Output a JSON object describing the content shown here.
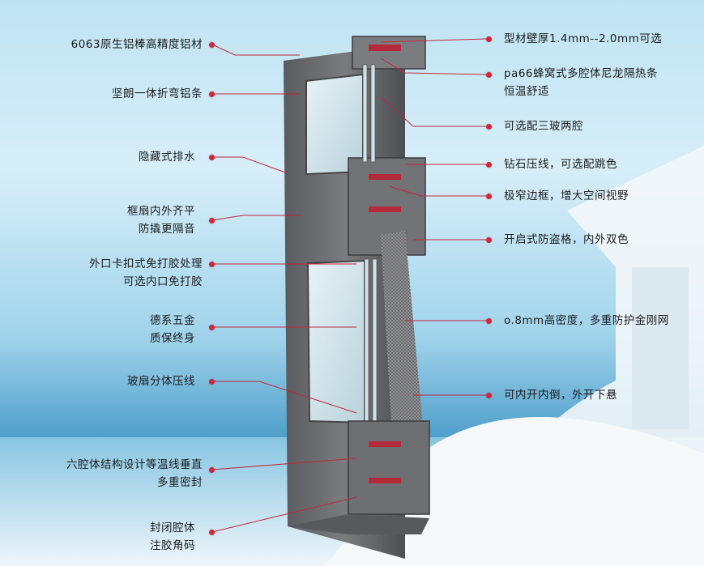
{
  "left_labels": [
    {
      "lines": [
        "6063原生铝棒高精度铝材"
      ]
    },
    {
      "lines": [
        "坚朗一体折弯铝条"
      ]
    },
    {
      "lines": [
        "隐藏式排水"
      ]
    },
    {
      "lines": [
        "框扇内外齐平",
        "防撬更隔音"
      ]
    },
    {
      "lines": [
        "外口卡扣式免打胶处理",
        "可选内口免打胶"
      ]
    },
    {
      "lines": [
        "德系五金",
        "质保终身"
      ]
    },
    {
      "lines": [
        "玻扇分体压线"
      ]
    },
    {
      "lines": [
        "六腔体结构设计等温线垂直",
        "多重密封"
      ]
    },
    {
      "lines": [
        "封闭腔体",
        "注胶角码"
      ]
    }
  ],
  "right_labels": [
    {
      "lines": [
        "型材壁厚1.4mm--2.0mm可选"
      ]
    },
    {
      "lines": [
        "pa66蜂窝式多腔体尼龙隔热条",
        "恒温舒适"
      ]
    },
    {
      "lines": [
        "可选配三玻两腔"
      ]
    },
    {
      "lines": [
        "钻石压线，可选配跳色"
      ]
    },
    {
      "lines": [
        "极窄边框，增大空间视野"
      ]
    },
    {
      "lines": [
        "开启式防盗格，内外双色"
      ]
    },
    {
      "lines": [
        "o.8mm高密度，多重防护金刚网"
      ]
    },
    {
      "lines": [
        "可内开内倒，外开下悬"
      ]
    }
  ],
  "colors": {
    "dot": "#d3243a",
    "leader": "#c0283c",
    "aluminum": "#6d6e71",
    "insulation_strip": "#b42a3a"
  }
}
